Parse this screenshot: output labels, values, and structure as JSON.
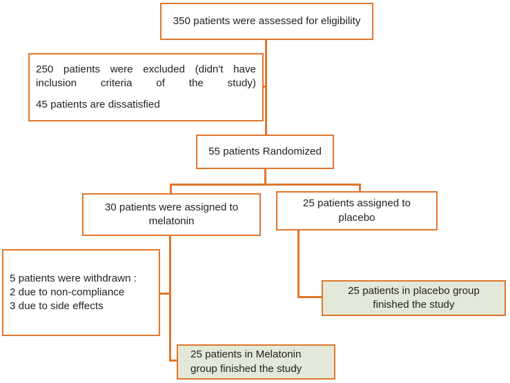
{
  "diagram": {
    "title": "CONSORT participant flow diagram",
    "colors": {
      "border": "#E0752B",
      "connector": "#E0752B",
      "box_fill": "#FFFFFF",
      "completed_fill": "#E3E9D8",
      "text": "#221F1F"
    },
    "nodes": {
      "assessed": {
        "lines": [
          "350 patients were assessed for eligibility"
        ],
        "count": 350
      },
      "excluded": {
        "lines": [
          "250 patients were excluded (didn't have inclusion criteria of the study)",
          "45 patients are dissatisfied"
        ],
        "excluded_count": 250,
        "dissatisfied_count": 45
      },
      "randomized": {
        "lines": [
          "55 patients Randomized"
        ],
        "count": 55
      },
      "melatonin_assigned": {
        "lines": [
          "30 patients  were assigned to",
          "melatonin"
        ],
        "count": 30
      },
      "placebo_assigned": {
        "lines": [
          "25 patients assigned  to",
          "placebo"
        ],
        "count": 25
      },
      "withdrawn": {
        "lines": [
          "5 patients were withdrawn :",
          "2 due to non-compliance",
          "3 due to side effects"
        ],
        "withdrawn_count": 5,
        "non_compliance": 2,
        "side_effects": 3
      },
      "placebo_completed": {
        "lines": [
          "25 patients in placebo group",
          "finished the study"
        ],
        "count": 25
      },
      "melatonin_completed": {
        "lines": [
          "25 patients in Melatonin",
          "group finished the study"
        ],
        "count": 25
      }
    }
  }
}
